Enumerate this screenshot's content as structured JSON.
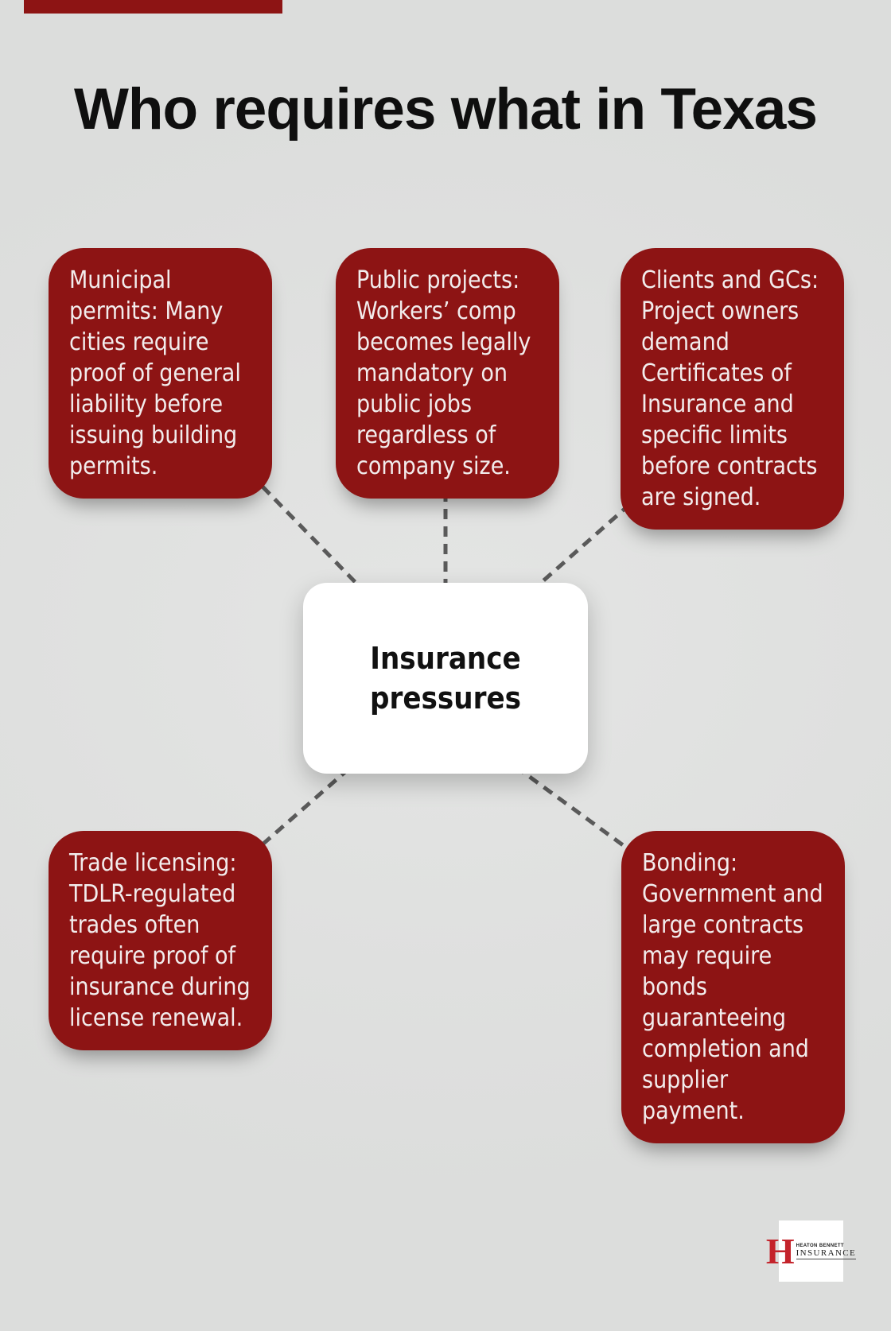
{
  "page": {
    "background_color": "#E0E1E0",
    "accent_red": "#8D1414",
    "connector_color": "#5A5A5A"
  },
  "title": "Who requires what in Texas",
  "center_node": {
    "lines": [
      "Insurance",
      "pressures"
    ]
  },
  "nodes": [
    {
      "id": "municipal-permits",
      "lines": [
        "Municipal",
        "permits: Many",
        "cities require",
        "proof of general",
        "liability before",
        "issuing building",
        "permits."
      ]
    },
    {
      "id": "public-projects",
      "lines": [
        "Public projects:",
        "Workers’ comp",
        "becomes legally",
        "mandatory on",
        "public jobs",
        "regardless of",
        "company size."
      ]
    },
    {
      "id": "clients-and-gcs",
      "lines": [
        "Clients and GCs:",
        "Project owners",
        "demand",
        "Certificates of",
        "Insurance and",
        "specific limits",
        "before contracts",
        "are signed."
      ]
    },
    {
      "id": "trade-licensing",
      "lines": [
        "Trade licensing:",
        "TDLR-regulated",
        "trades often",
        "require proof of",
        "insurance during",
        "license renewal."
      ]
    },
    {
      "id": "bonding",
      "lines": [
        "Bonding:",
        "Government and",
        "large contracts",
        "may require",
        "bonds",
        "guaranteeing",
        "completion and",
        "supplier",
        "payment."
      ]
    }
  ],
  "logo": {
    "monogram": "H",
    "monogram_color": "#C4232B",
    "name": "HEATON BENNETT",
    "type": "INSURANCE"
  }
}
